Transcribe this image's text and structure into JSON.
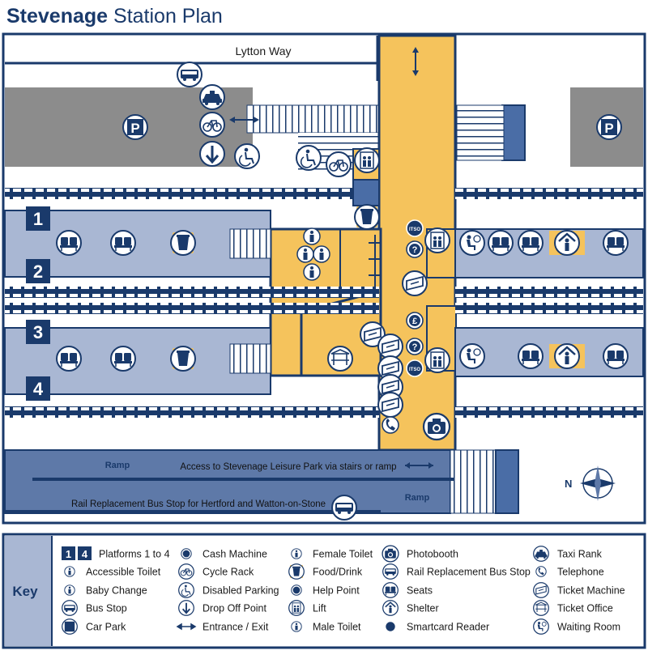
{
  "title": {
    "bold": "Stevenage",
    "rest": "Station Plan"
  },
  "streets": {
    "top": "Lytton Way"
  },
  "platforms": [
    "1",
    "2",
    "3",
    "4"
  ],
  "ramp_labels": {
    "ramp_west": "Ramp",
    "ramp_east": "Ramp"
  },
  "notes": {
    "leisure_access": "Access to Stevenage Leisure Park via stairs or ramp",
    "rail_replacement": "Rail Replacement Bus Stop for Hertford and Watton-on-Stone"
  },
  "compass": {
    "north_label": "N"
  },
  "key": {
    "heading": "Key",
    "platform_badges": [
      "1",
      "4"
    ],
    "items": [
      {
        "label": "Platforms 1 to 4",
        "icon": "platform-badges"
      },
      {
        "label": "Accessible Toilet",
        "icon": "accessible-toilet-icon"
      },
      {
        "label": "Baby Change",
        "icon": "baby-change-icon"
      },
      {
        "label": "Bus Stop",
        "icon": "bus-stop-icon"
      },
      {
        "label": "Car Park",
        "icon": "car-park-icon"
      },
      {
        "label": "Cash Machine",
        "icon": "cash-machine-icon"
      },
      {
        "label": "Cycle Rack",
        "icon": "cycle-rack-icon"
      },
      {
        "label": "Disabled Parking",
        "icon": "disabled-parking-icon"
      },
      {
        "label": "Drop Off Point",
        "icon": "drop-off-point-icon"
      },
      {
        "label": "Entrance / Exit",
        "icon": "entrance-exit-icon"
      },
      {
        "label": "Female Toilet",
        "icon": "female-toilet-icon"
      },
      {
        "label": "Food/Drink",
        "icon": "food-drink-icon"
      },
      {
        "label": "Help Point",
        "icon": "help-point-icon"
      },
      {
        "label": "Lift",
        "icon": "lift-icon"
      },
      {
        "label": "Male Toilet",
        "icon": "male-toilet-icon"
      },
      {
        "label": "Photobooth",
        "icon": "photobooth-icon"
      },
      {
        "label": "Rail Replacement Bus Stop",
        "icon": "rail-replacement-bus-icon"
      },
      {
        "label": "Seats",
        "icon": "seats-icon"
      },
      {
        "label": "Shelter",
        "icon": "shelter-icon"
      },
      {
        "label": "Smartcard Reader",
        "icon": "smartcard-reader-icon"
      },
      {
        "label": "Taxi Rank",
        "icon": "taxi-rank-icon"
      },
      {
        "label": "Telephone",
        "icon": "telephone-icon"
      },
      {
        "label": "Ticket Machine",
        "icon": "ticket-machine-icon"
      },
      {
        "label": "Ticket Office",
        "icon": "ticket-office-icon"
      },
      {
        "label": "Waiting Room",
        "icon": "waiting-room-icon"
      }
    ]
  },
  "icon_text": {
    "parking": "P",
    "help": "?",
    "cash": "£",
    "smartcard": "ITSO"
  },
  "colors": {
    "navy": "#1a3a6b",
    "platform_blue": "#a9b7d3",
    "concourse_yellow": "#f5c35c",
    "car_park_grey": "#8c8c8c",
    "ramp_blue": "#5e79a8"
  }
}
